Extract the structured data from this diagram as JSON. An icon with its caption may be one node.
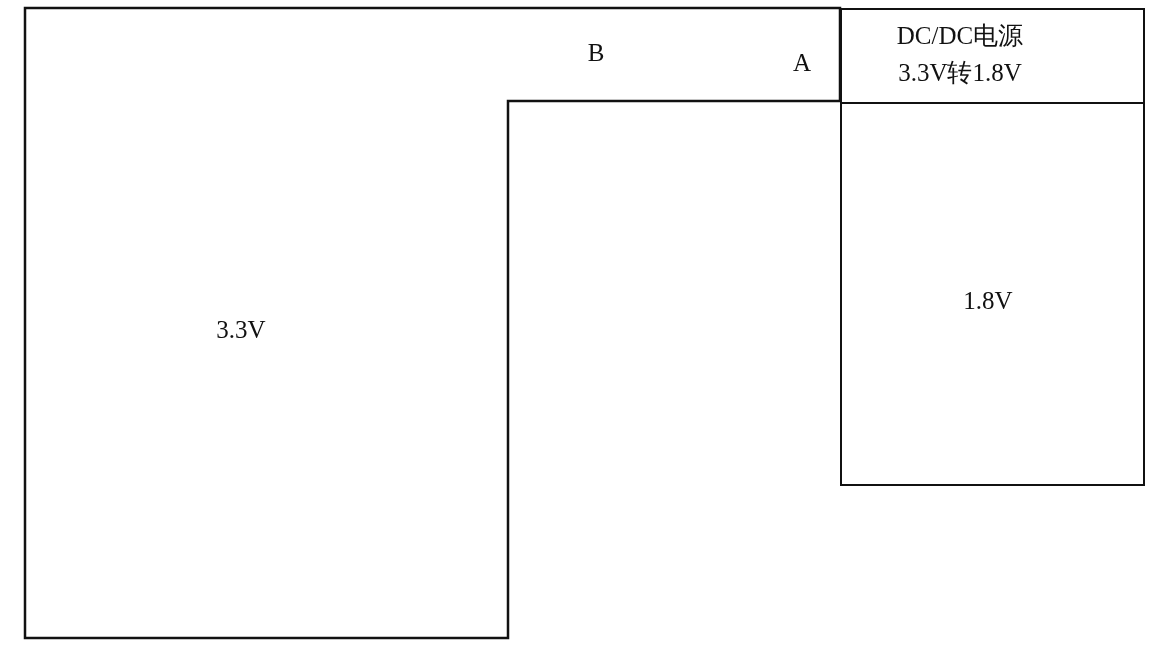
{
  "diagram": {
    "nodes": [
      {
        "text": [
          "3.3V"
        ]
      },
      {
        "text": [
          "DC/DC电源",
          "3.3V转1.8V"
        ]
      },
      {
        "text": [
          "1.8V"
        ]
      }
    ],
    "labels": [
      "B",
      "A"
    ]
  }
}
